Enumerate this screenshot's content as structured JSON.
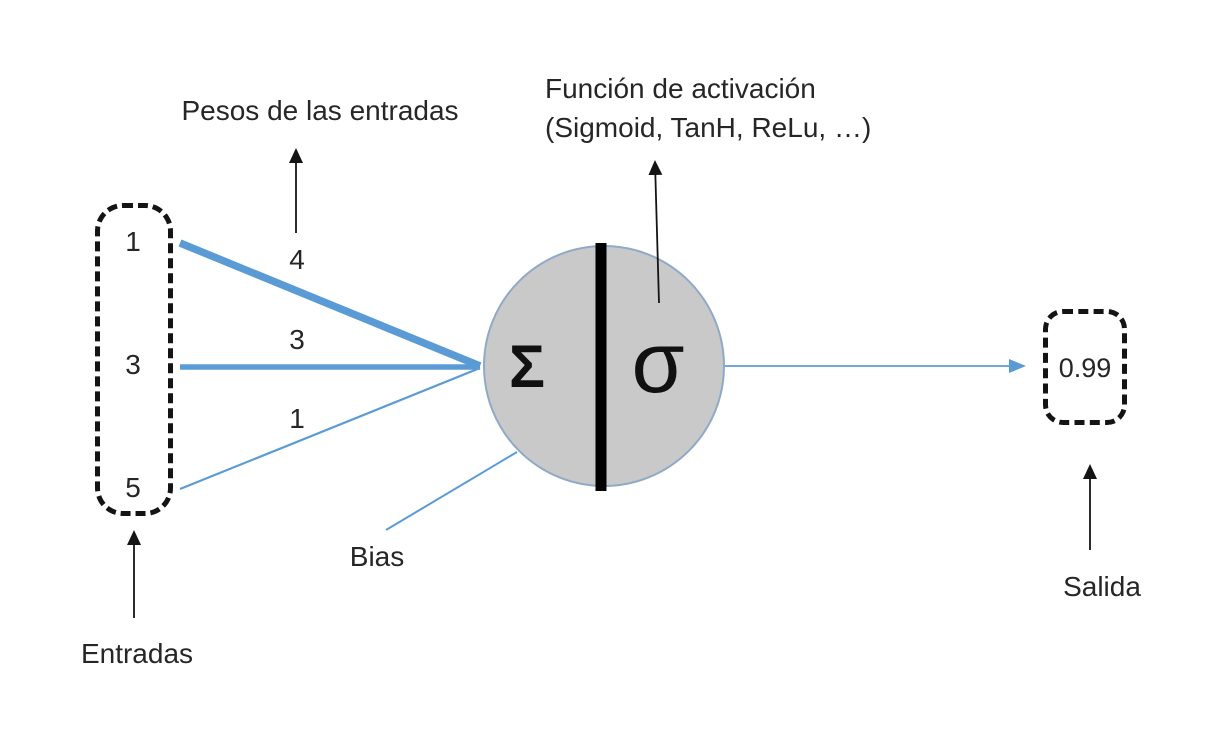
{
  "diagram": {
    "title_context": "Artificial neuron (perceptron) diagram",
    "labels": {
      "weights_title": "Pesos de las entradas",
      "activation_title": "Función de activación",
      "activation_subtitle": "(Sigmoid, TanH, ReLu, …)",
      "inputs_label": "Entradas",
      "bias_label": "Bias",
      "output_label": "Salida"
    },
    "inputs": [
      "1",
      "3",
      "5"
    ],
    "weights": [
      "4",
      "3",
      "1"
    ],
    "neuron": {
      "sum_symbol": "Σ",
      "activation_symbol": "σ"
    },
    "output_value": "0.99",
    "colors": {
      "connection_blue": "#5B9BD5",
      "circle_fill": "#C9C9C9",
      "circle_border": "#8FA9C7",
      "divider_black": "#000000",
      "text_dark": "#262626",
      "background": "#FFFFFF"
    }
  }
}
